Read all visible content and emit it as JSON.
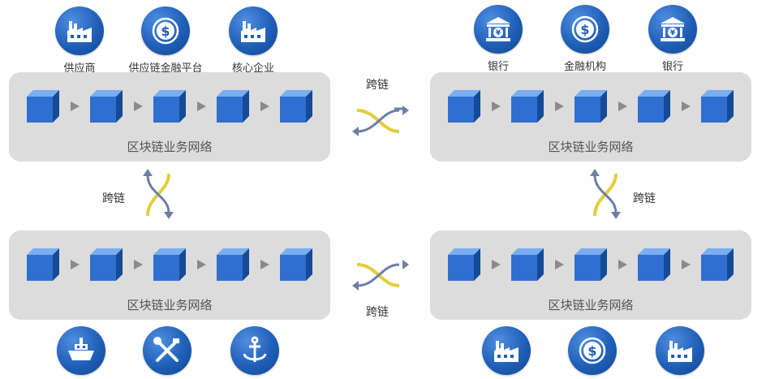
{
  "top_left_actors": [
    {
      "label": "供应商",
      "icon": "factory-icon"
    },
    {
      "label": "供应链金融平台",
      "icon": "dollar-icon"
    },
    {
      "label": "核心企业",
      "icon": "factory-icon"
    }
  ],
  "top_right_actors": [
    {
      "label": "银行",
      "icon": "bank-icon"
    },
    {
      "label": "金融机构",
      "icon": "dollar-icon"
    },
    {
      "label": "银行",
      "icon": "bank-icon"
    }
  ],
  "bottom_left_actors": [
    {
      "label": "",
      "icon": "ship-icon"
    },
    {
      "label": "",
      "icon": "tools-icon"
    },
    {
      "label": "",
      "icon": "anchor-icon"
    }
  ],
  "bottom_right_actors": [
    {
      "label": "",
      "icon": "factory-icon"
    },
    {
      "label": "",
      "icon": "dollar-icon"
    },
    {
      "label": "",
      "icon": "factory-icon"
    }
  ],
  "panels": {
    "top_left": {
      "label": "区块链业务网络"
    },
    "top_right": {
      "label": "区块链业务网络"
    },
    "bottom_left": {
      "label": "区块链业务网络"
    },
    "bottom_right": {
      "label": "区块链业务网络"
    }
  },
  "cross_chain": {
    "top": "跨链",
    "bottom": "跨链",
    "left": "跨链",
    "right": "跨链"
  },
  "colors": {
    "circle": "#1f5fb8",
    "block_front": "#2f6fd0",
    "panel": "#dcdcdc",
    "arrow_yellow": "#e3cd3a",
    "arrow_blue": "#6c7fa8"
  }
}
